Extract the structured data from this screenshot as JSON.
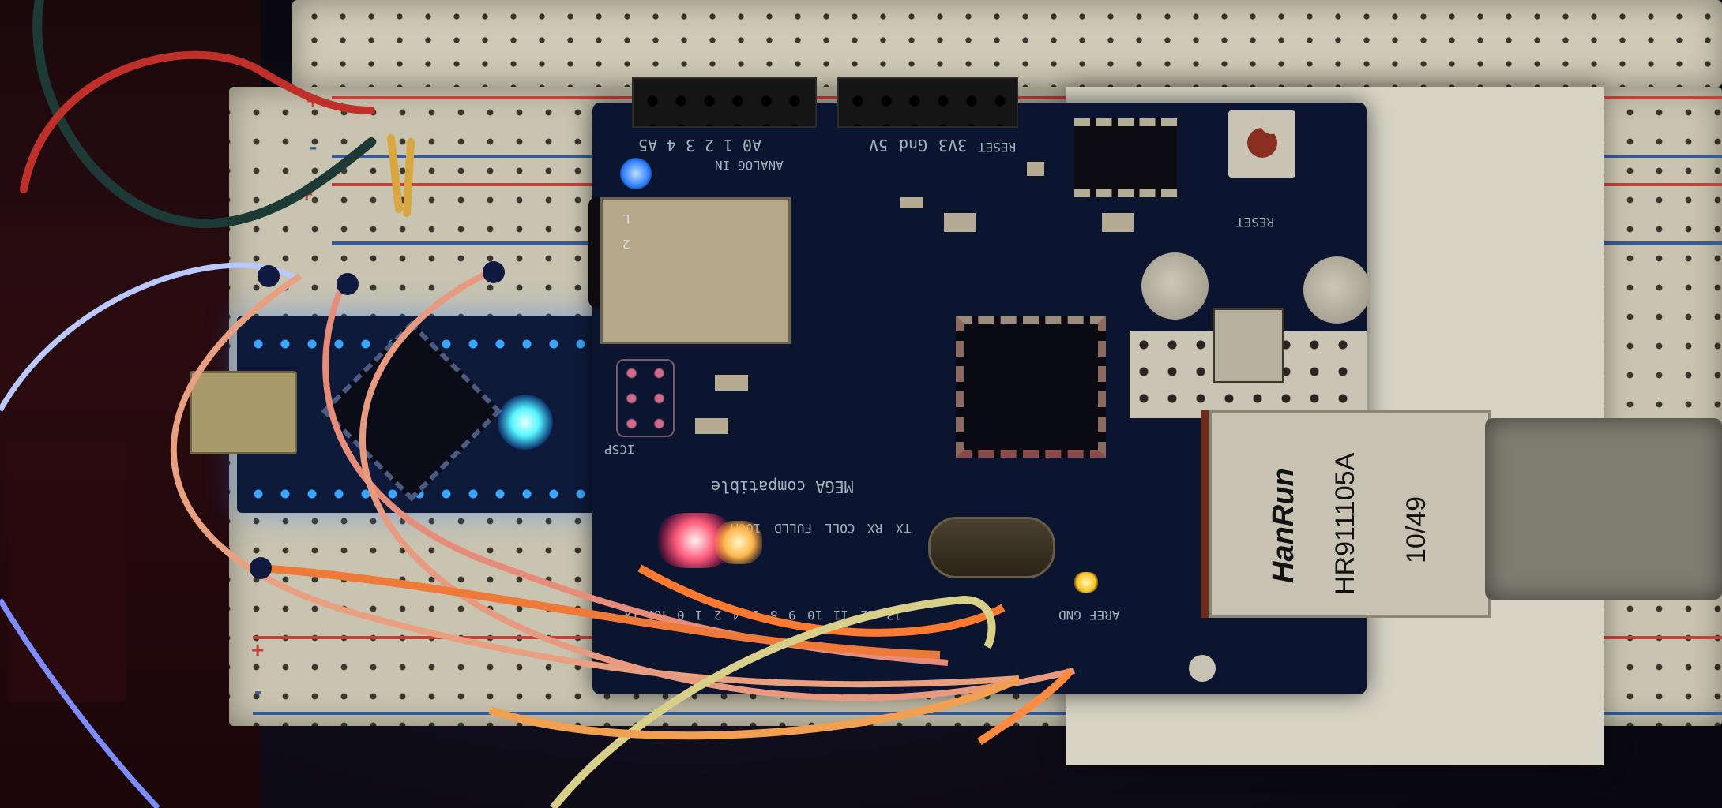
{
  "scene": {
    "description": "Arduino Nano and W5100 Ethernet shield wired on a breadboard, photographed in low light",
    "colors": {
      "pcb": "#0b1530",
      "breadboard": "#c9c4b0",
      "rail_red": "#c2413b",
      "rail_blue": "#35599c",
      "led_red": "#ff5a7a",
      "led_blue": "#55f5ff",
      "led_yellow": "#ffc21a"
    }
  },
  "breadboard": {
    "rail_plus": "+",
    "rail_minus": "-"
  },
  "shield": {
    "analog_header_labels": [
      "A5",
      "4",
      "3",
      "2",
      "1",
      "A0"
    ],
    "power_header_labels": [
      "5V",
      "Gnd",
      "3V3",
      "RESET"
    ],
    "analog_in_label": "ANALOG IN",
    "reset_label": "RESET",
    "icsp_label": "ICSP",
    "mega_label": "MEGA compatible",
    "led_labels": [
      "100M",
      "FULLD",
      "COLL",
      "RX",
      "TX"
    ],
    "digital_labels": [
      "TX",
      "RX",
      "0",
      "1",
      "2",
      "4",
      "5",
      "8",
      "9",
      "10",
      "11",
      "12",
      "13"
    ],
    "right_labels": [
      "GND",
      "AREF"
    ],
    "sd_slot_labels": [
      "L",
      "2"
    ]
  },
  "rj45": {
    "brand": "HanRun",
    "model": "HR911105A",
    "date_code": "10/49"
  }
}
